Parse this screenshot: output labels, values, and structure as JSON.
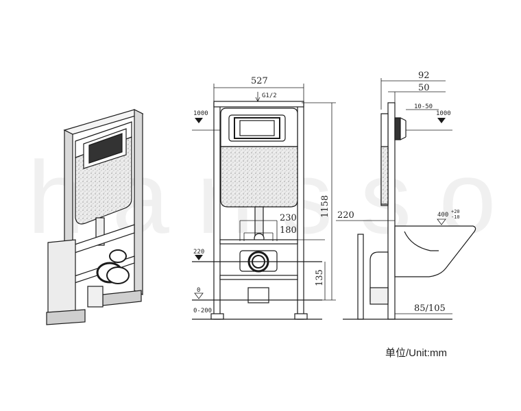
{
  "watermark": "hansso.cn",
  "front_view": {
    "width": "527",
    "inlet": "G1/2",
    "height": "1158",
    "button_level": "1000",
    "bolt_spacing_outer": "230",
    "bolt_spacing_inner": "180",
    "outlet_level": "220",
    "outlet_offset": "135",
    "floor_level": "0",
    "floor_range": "0-200"
  },
  "side_view": {
    "depth_total": "92",
    "depth_frame": "50",
    "plate_range": "10-50",
    "button_level": "1000",
    "pan_height": "400",
    "pan_tol_plus": "+20",
    "pan_tol_minus": "-10",
    "outlet_level": "220",
    "outlet_depth": "85/105"
  },
  "unit_label": "单位/Unit:mm",
  "colors": {
    "line": "#1a1a1a",
    "tank_fill": "#e6e6e6",
    "frame_fill": "#d9d9d9"
  }
}
